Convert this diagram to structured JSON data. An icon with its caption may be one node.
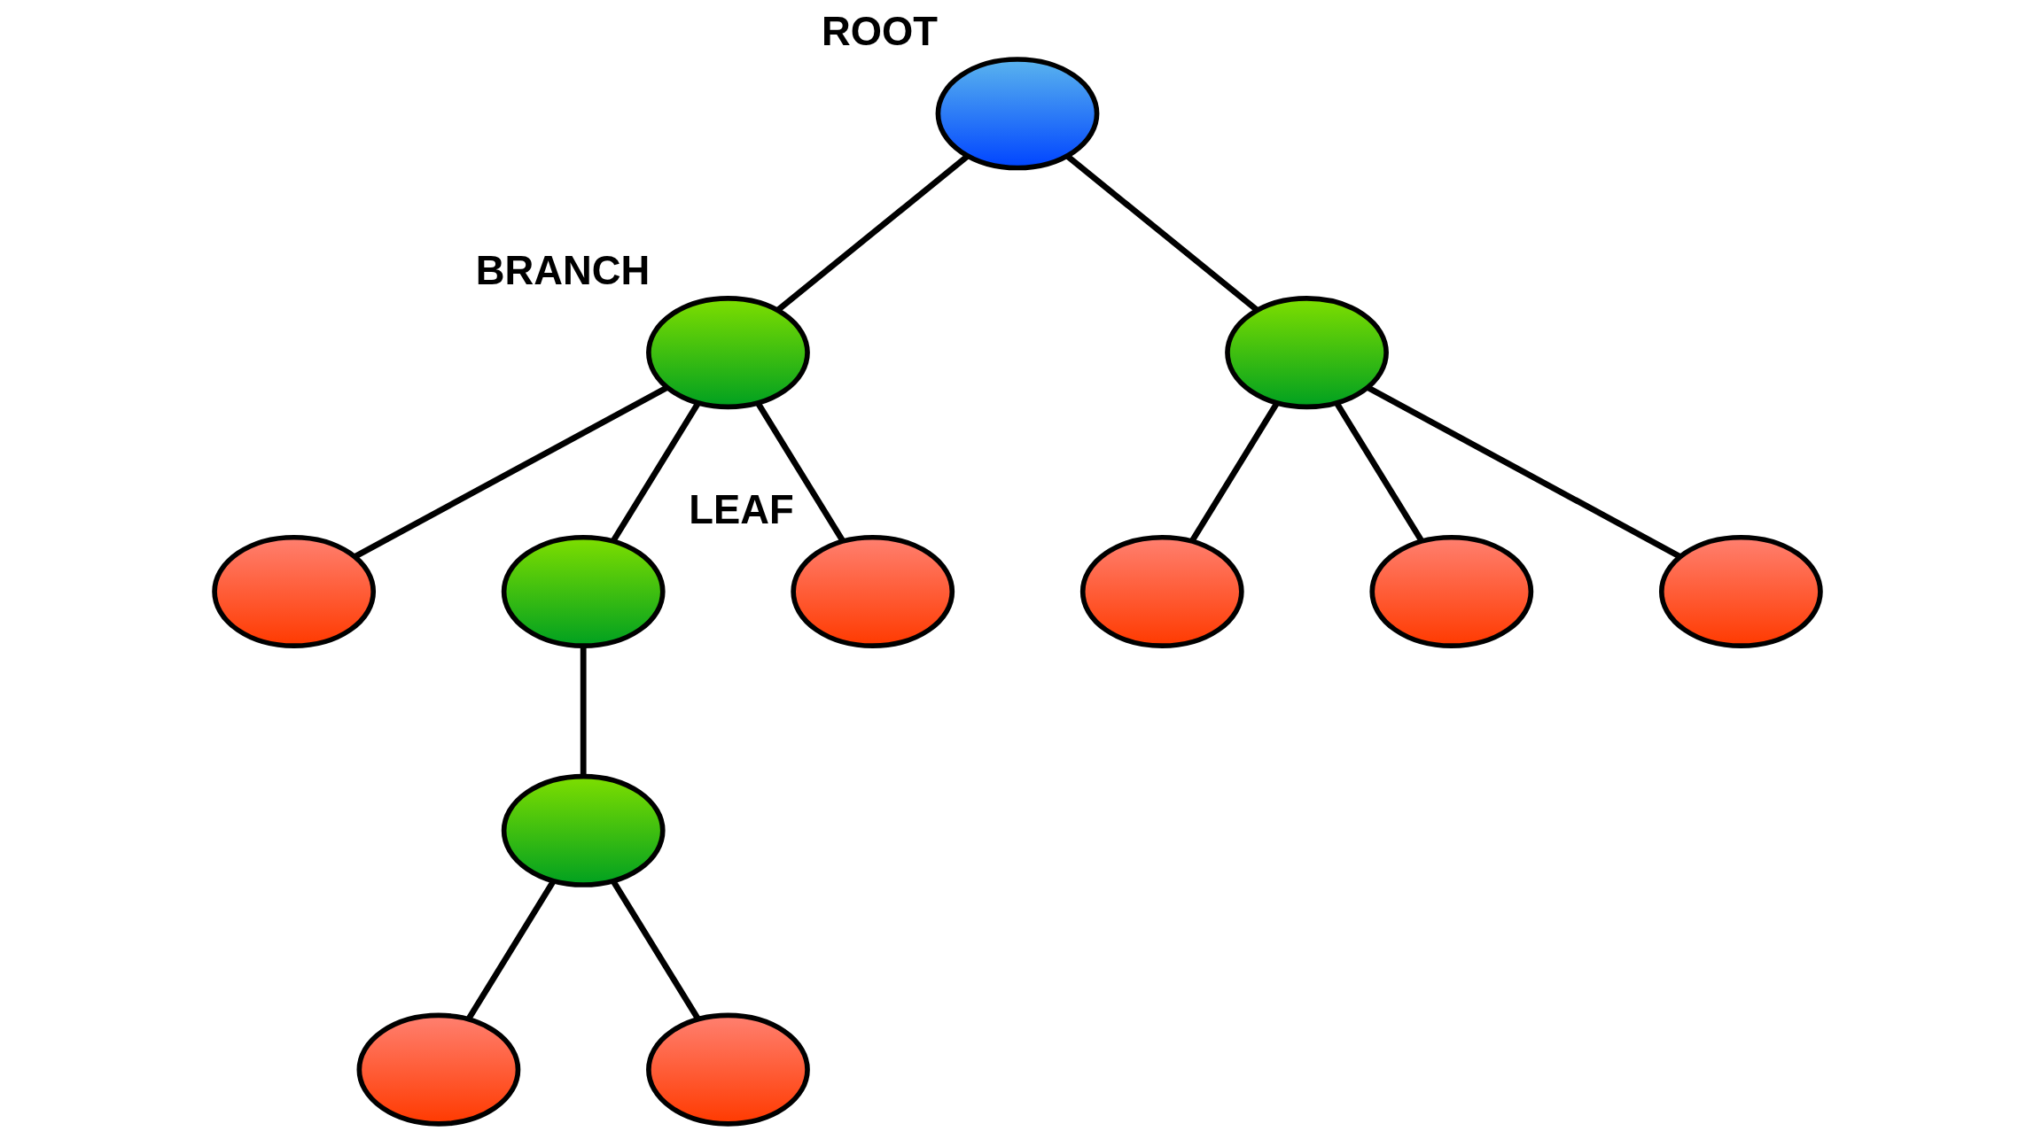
{
  "diagram": {
    "nodes": [
      {
        "text": [
          "ROOT"
        ]
      },
      {
        "text": [
          "BRANCH"
        ]
      },
      {
        "text": [],
        "shape": "ellipse"
      },
      {
        "text": [],
        "shape": "ellipse"
      },
      {
        "text": [],
        "shape": "ellipse"
      },
      {
        "text": [
          "LEAF"
        ]
      },
      {
        "text": [],
        "shape": "ellipse"
      },
      {
        "text": [],
        "shape": "ellipse"
      },
      {
        "text": [],
        "shape": "ellipse"
      },
      {
        "text": [],
        "shape": "ellipse"
      },
      {
        "text": [],
        "shape": "ellipse"
      },
      {
        "text": [],
        "shape": "ellipse"
      }
    ],
    "edges": [
      {
        "from": 0,
        "to": 1,
        "arrow": "none"
      },
      {
        "from": 0,
        "to": 2,
        "arrow": "none"
      },
      {
        "from": 1,
        "to": 3,
        "arrow": "none"
      },
      {
        "from": 1,
        "to": 4,
        "arrow": "none"
      },
      {
        "from": 1,
        "to": 5,
        "arrow": "none"
      },
      {
        "from": 2,
        "to": 6,
        "arrow": "none"
      },
      {
        "from": 2,
        "to": 7,
        "arrow": "none"
      },
      {
        "from": 2,
        "to": 8,
        "arrow": "none"
      },
      {
        "from": 4,
        "to": 9,
        "arrow": "none"
      },
      {
        "from": 9,
        "to": 10,
        "arrow": "none"
      },
      {
        "from": 9,
        "to": 11,
        "arrow": "none"
      }
    ]
  }
}
